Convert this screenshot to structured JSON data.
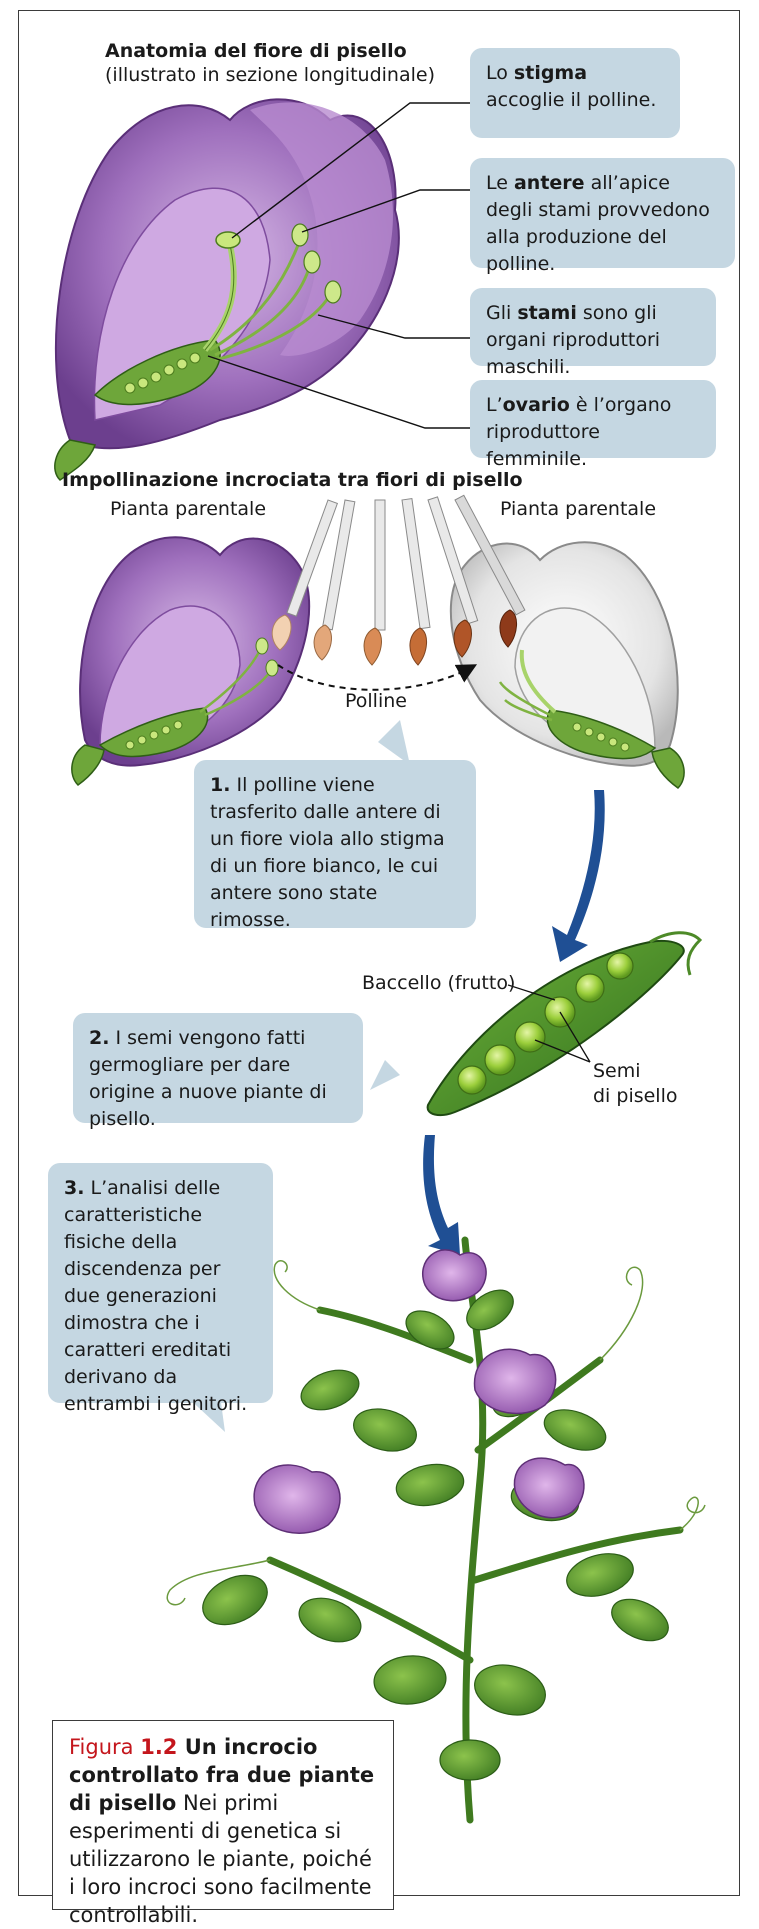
{
  "anatomy": {
    "title": "Anatomia del fiore di pisello",
    "subtitle": "(illustrato in sezione longitudinale)"
  },
  "callouts": {
    "stigma": {
      "pre": "Lo ",
      "term": "stigma",
      "post": " accoglie il polline."
    },
    "antere": {
      "pre": "Le ",
      "term": "antere",
      "post": " all’apice degli stami provvedono alla produzione del polline."
    },
    "stami": {
      "pre": "Gli ",
      "term": "stami",
      "post": " sono gli organi riproduttori maschili."
    },
    "ovario": {
      "pre": "L’",
      "term": "ovario",
      "post": " è l’organo riproduttore femminile."
    }
  },
  "pollination": {
    "title": "Impollinazione incrociata tra fiori di pisello",
    "parent_left": "Pianta parentale",
    "parent_right": "Pianta parentale",
    "pollen_label": "Polline"
  },
  "steps": {
    "step1": {
      "num": "1.",
      "text": " Il polline viene trasferito dalle antere di un fiore viola allo stigma di un fiore bianco, le cui antere sono state rimosse."
    },
    "step2": {
      "num": "2.",
      "text": " I semi vengono fatti germogliare per dare origine a nuove piante di pisello."
    },
    "step3": {
      "num": "3.",
      "text": " L’analisi delle caratteristiche fisiche della discendenza per due generazioni dimostra che i caratteri ereditati derivano da entrambi i genitori."
    }
  },
  "pod": {
    "pod_label": "Baccello (frutto)",
    "seeds_label_line1": "Semi",
    "seeds_label_line2": "di pisello"
  },
  "caption": {
    "figure_word": "Figura ",
    "figure_num": "1.2",
    "title": " Un incrocio controllato fra due piante di pisello",
    "body": " Nei primi esperimenti di genetica si utilizzarono le piante, poiché i loro incroci sono facilmente controllabili."
  },
  "colors": {
    "callout_bg": "#c5d7e2",
    "arrow_blue": "#1f4f94",
    "caption_red": "#c4161c",
    "petal_purple": "#9a6bb5",
    "leaf_green": "#4f8a2e"
  }
}
